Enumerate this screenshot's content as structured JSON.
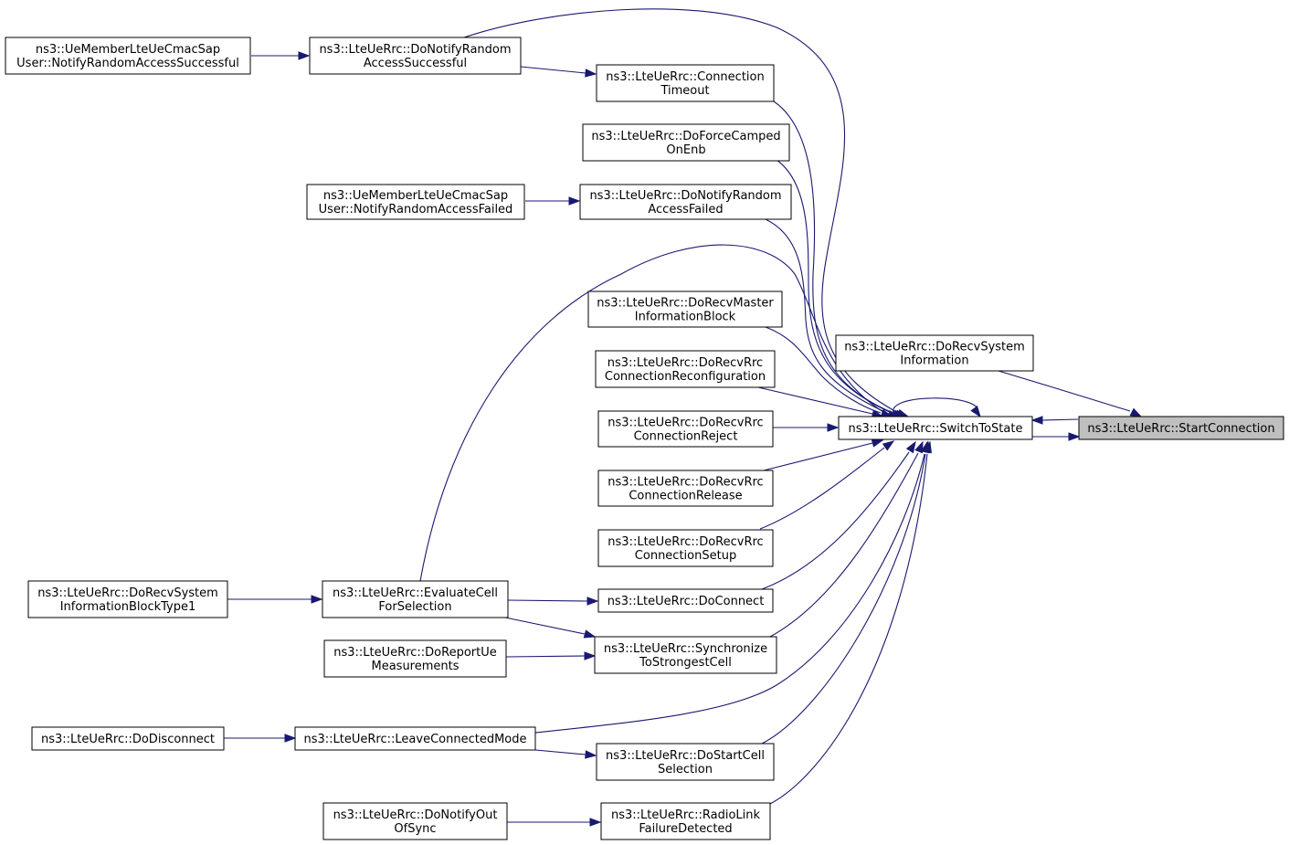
{
  "nodes": {
    "start_connection": {
      "lines": [
        "ns3::LteUeRrc::StartConnection"
      ]
    },
    "switch_to_state": {
      "lines": [
        "ns3::LteUeRrc::SwitchToState"
      ]
    },
    "do_recv_system_information": {
      "lines": [
        "ns3::LteUeRrc::DoRecvSystem",
        "Information"
      ]
    },
    "do_notify_random_access_successful": {
      "lines": [
        "ns3::LteUeRrc::DoNotifyRandom",
        "AccessSuccessful"
      ]
    },
    "cmac_notify_random_access_successful": {
      "lines": [
        "ns3::UeMemberLteUeCmacSap",
        "User::NotifyRandomAccessSuccessful"
      ]
    },
    "connection_timeout": {
      "lines": [
        "ns3::LteUeRrc::Connection",
        "Timeout"
      ]
    },
    "do_force_camped_on_enb": {
      "lines": [
        "ns3::LteUeRrc::DoForceCamped",
        "OnEnb"
      ]
    },
    "do_notify_random_access_failed": {
      "lines": [
        "ns3::LteUeRrc::DoNotifyRandom",
        "AccessFailed"
      ]
    },
    "cmac_notify_random_access_failed": {
      "lines": [
        "ns3::UeMemberLteUeCmacSap",
        "User::NotifyRandomAccessFailed"
      ]
    },
    "do_recv_master_information_block": {
      "lines": [
        "ns3::LteUeRrc::DoRecvMaster",
        "InformationBlock"
      ]
    },
    "do_recv_rrc_connection_reconfiguration": {
      "lines": [
        "ns3::LteUeRrc::DoRecvRrc",
        "ConnectionReconfiguration"
      ]
    },
    "do_recv_rrc_connection_reject": {
      "lines": [
        "ns3::LteUeRrc::DoRecvRrc",
        "ConnectionReject"
      ]
    },
    "do_recv_rrc_connection_release": {
      "lines": [
        "ns3::LteUeRrc::DoRecvRrc",
        "ConnectionRelease"
      ]
    },
    "do_recv_rrc_connection_setup": {
      "lines": [
        "ns3::LteUeRrc::DoRecvRrc",
        "ConnectionSetup"
      ]
    },
    "do_connect": {
      "lines": [
        "ns3::LteUeRrc::DoConnect"
      ]
    },
    "evaluate_cell_for_selection": {
      "lines": [
        "ns3::LteUeRrc::EvaluateCell",
        "ForSelection"
      ]
    },
    "do_recv_system_information_block_type1": {
      "lines": [
        "ns3::LteUeRrc::DoRecvSystem",
        "InformationBlockType1"
      ]
    },
    "synchronize_to_strongest_cell": {
      "lines": [
        "ns3::LteUeRrc::Synchronize",
        "ToStrongestCell"
      ]
    },
    "do_report_ue_measurements": {
      "lines": [
        "ns3::LteUeRrc::DoReportUe",
        "Measurements"
      ]
    },
    "leave_connected_mode": {
      "lines": [
        "ns3::LteUeRrc::LeaveConnectedMode"
      ]
    },
    "do_disconnect": {
      "lines": [
        "ns3::LteUeRrc::DoDisconnect"
      ]
    },
    "do_start_cell_selection": {
      "lines": [
        "ns3::LteUeRrc::DoStartCell",
        "Selection"
      ]
    },
    "radio_link_failure_detected": {
      "lines": [
        "ns3::LteUeRrc::RadioLink",
        "FailureDetected"
      ]
    },
    "do_notify_out_of_sync": {
      "lines": [
        "ns3::LteUeRrc::DoNotifyOut",
        "OfSync"
      ]
    }
  },
  "colors": {
    "edge": "#191970",
    "node_fill": "#ffffff",
    "highlight_fill": "#bfbfbf",
    "border": "#000000"
  }
}
